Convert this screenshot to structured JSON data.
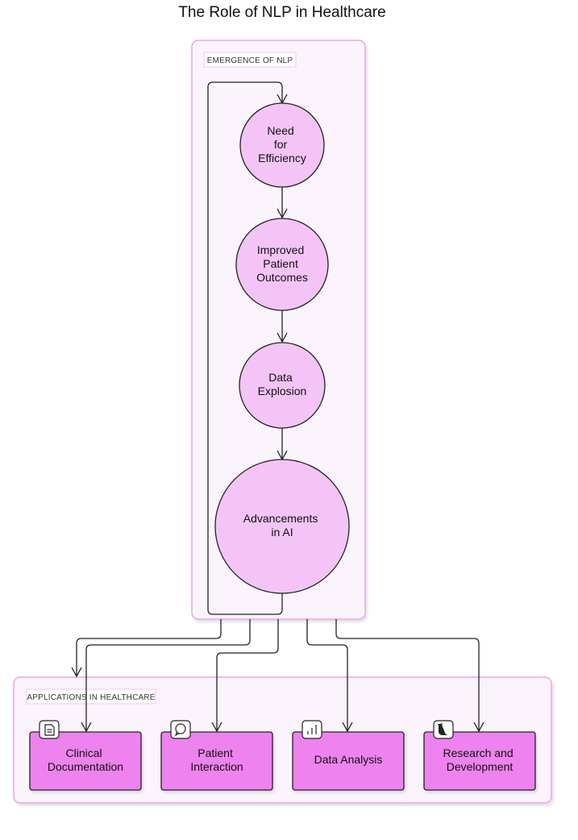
{
  "title": "The Role of NLP in Healthcare",
  "clusters": {
    "emergence": {
      "label": "EMERGENCE OF NLP"
    },
    "applications": {
      "label": "APPLICATIONS IN HEALTHCARE"
    }
  },
  "emergence_nodes": [
    {
      "id": "efficiency",
      "label_lines": [
        "Need",
        "for",
        "Efficiency"
      ]
    },
    {
      "id": "outcomes",
      "label_lines": [
        "Improved",
        "Patient",
        "Outcomes"
      ]
    },
    {
      "id": "data-explosion",
      "label_lines": [
        "Data",
        "Explosion"
      ]
    },
    {
      "id": "ai",
      "label_lines": [
        "Advancements",
        "in AI"
      ]
    }
  ],
  "application_nodes": [
    {
      "id": "clinical-documentation",
      "icon": "document-icon",
      "label_lines": [
        "Clinical",
        "Documentation"
      ]
    },
    {
      "id": "patient-interaction",
      "icon": "chat-bubble-icon",
      "label_lines": [
        "Patient",
        "Interaction"
      ]
    },
    {
      "id": "data-analysis",
      "icon": "bar-chart-icon",
      "label_lines": [
        "Data Analysis"
      ]
    },
    {
      "id": "research-development",
      "icon": "flask-icon",
      "label_lines": [
        "Research and",
        "Development"
      ]
    }
  ],
  "colors": {
    "cluster_fill": "#fcf4fd",
    "cluster_border": "#e8a5e8",
    "label_box_border": "#f0c6f0",
    "circle_fill": "#f4c4f6",
    "box_fill": "#ee82ee",
    "stroke": "#222222"
  }
}
